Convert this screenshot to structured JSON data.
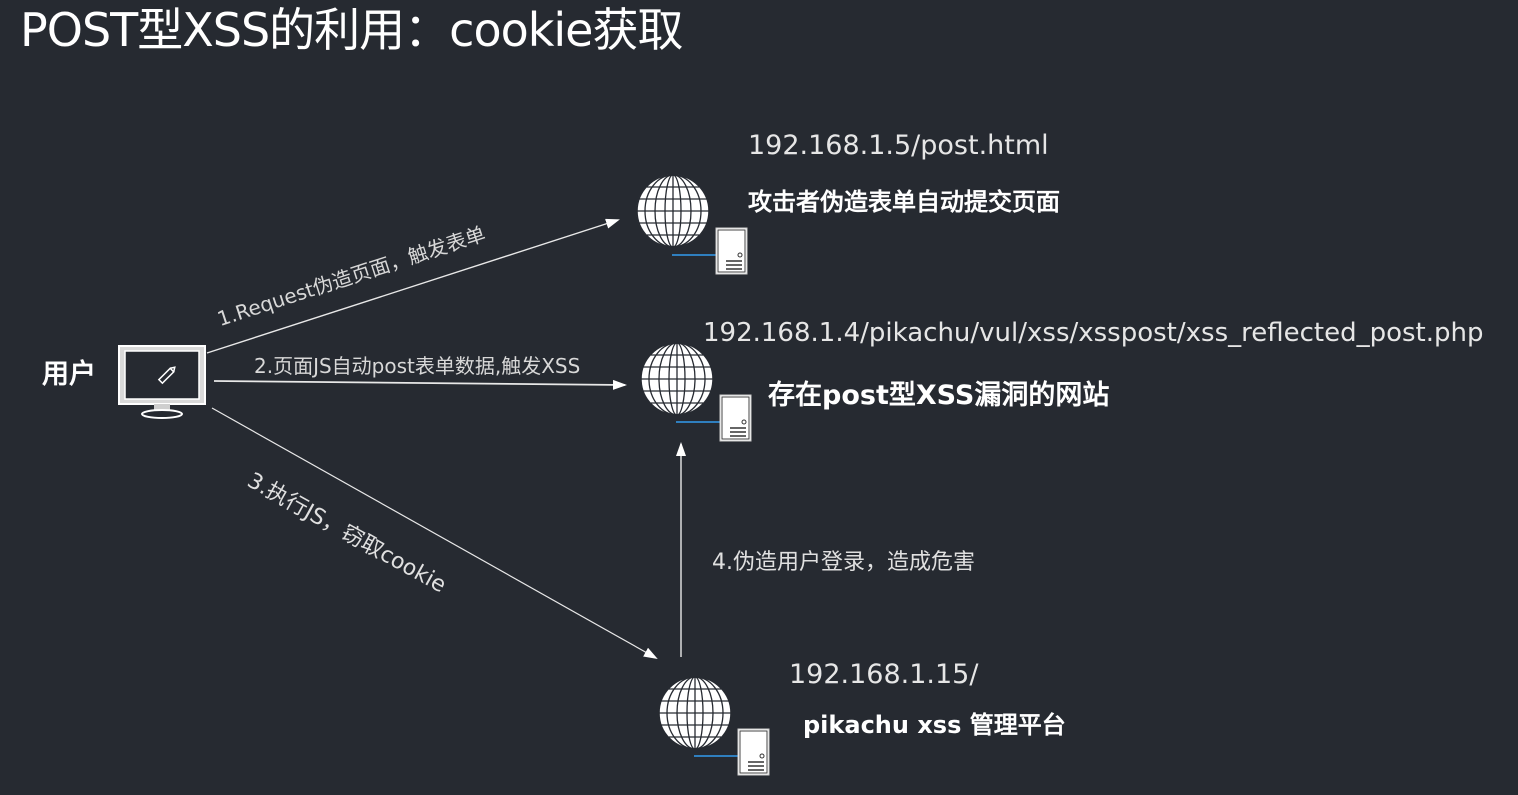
{
  "title": "POST型XSS的利用：cookie获取",
  "user": {
    "label": "用户",
    "icon": "monitor-icon"
  },
  "servers": [
    {
      "ip": "192.168.1.5/post.html",
      "desc": "攻击者伪造表单自动提交页面",
      "icon": "globe-icon"
    },
    {
      "ip": "192.168.1.4/pikachu/vul/xss/xsspost/xss_reflected_post.php",
      "desc": "存在post型XSS漏洞的网站",
      "icon": "globe-icon"
    },
    {
      "ip": "192.168.1.15/",
      "desc": "pikachu xss 管理平台",
      "icon": "globe-icon"
    }
  ],
  "steps": [
    "1.Request伪造页面，触发表单",
    "2.页面JS自动post表单数据,触发XSS",
    "3.执行JS，窃取cookie",
    "4.伪造用户登录，造成危害"
  ],
  "colors": {
    "background": "#262a31",
    "text": "#ffffff",
    "line": "#e8e8e8",
    "server_accent": "#2f7fbf"
  }
}
